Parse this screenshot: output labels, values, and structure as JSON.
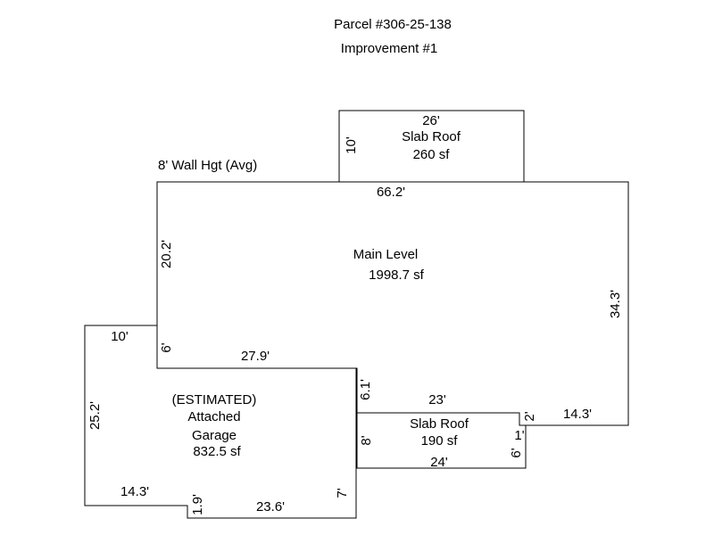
{
  "header": {
    "parcel": "Parcel #306-25-138",
    "improvement": "Improvement #1"
  },
  "wall_height": "8' Wall Hgt (Avg)",
  "top_slab": {
    "width_dim": "26'",
    "side_dim": "10'",
    "name": "Slab Roof",
    "area": "260 sf"
  },
  "main": {
    "top_dim": "66.2'",
    "left_dim": "20.2'",
    "right_dim": "34.3'",
    "name": "Main Level",
    "area": "1998.7 sf",
    "step_left_dim": "6'",
    "bottom_dim": "27.9'",
    "notch_dim": "6.1'",
    "slab_top_dim": "23'",
    "step_right_dim": "2'",
    "right_bottom_dim": "14.3'"
  },
  "garage": {
    "top_dim": "10'",
    "left_dim": "25.2'",
    "note": "(ESTIMATED)",
    "name_line1": "Attached",
    "name_line2": "Garage",
    "area": "832.5 sf",
    "bottom_left_dim": "14.3'",
    "step_dim": "1.9'",
    "bottom_dim": "23.6'",
    "right_dim": "7'"
  },
  "bottom_slab": {
    "name": "Slab Roof",
    "area": "190 sf",
    "left_dim": "8'",
    "bottom_dim": "24'",
    "right_dim": "6'",
    "step_dim": "1'"
  }
}
